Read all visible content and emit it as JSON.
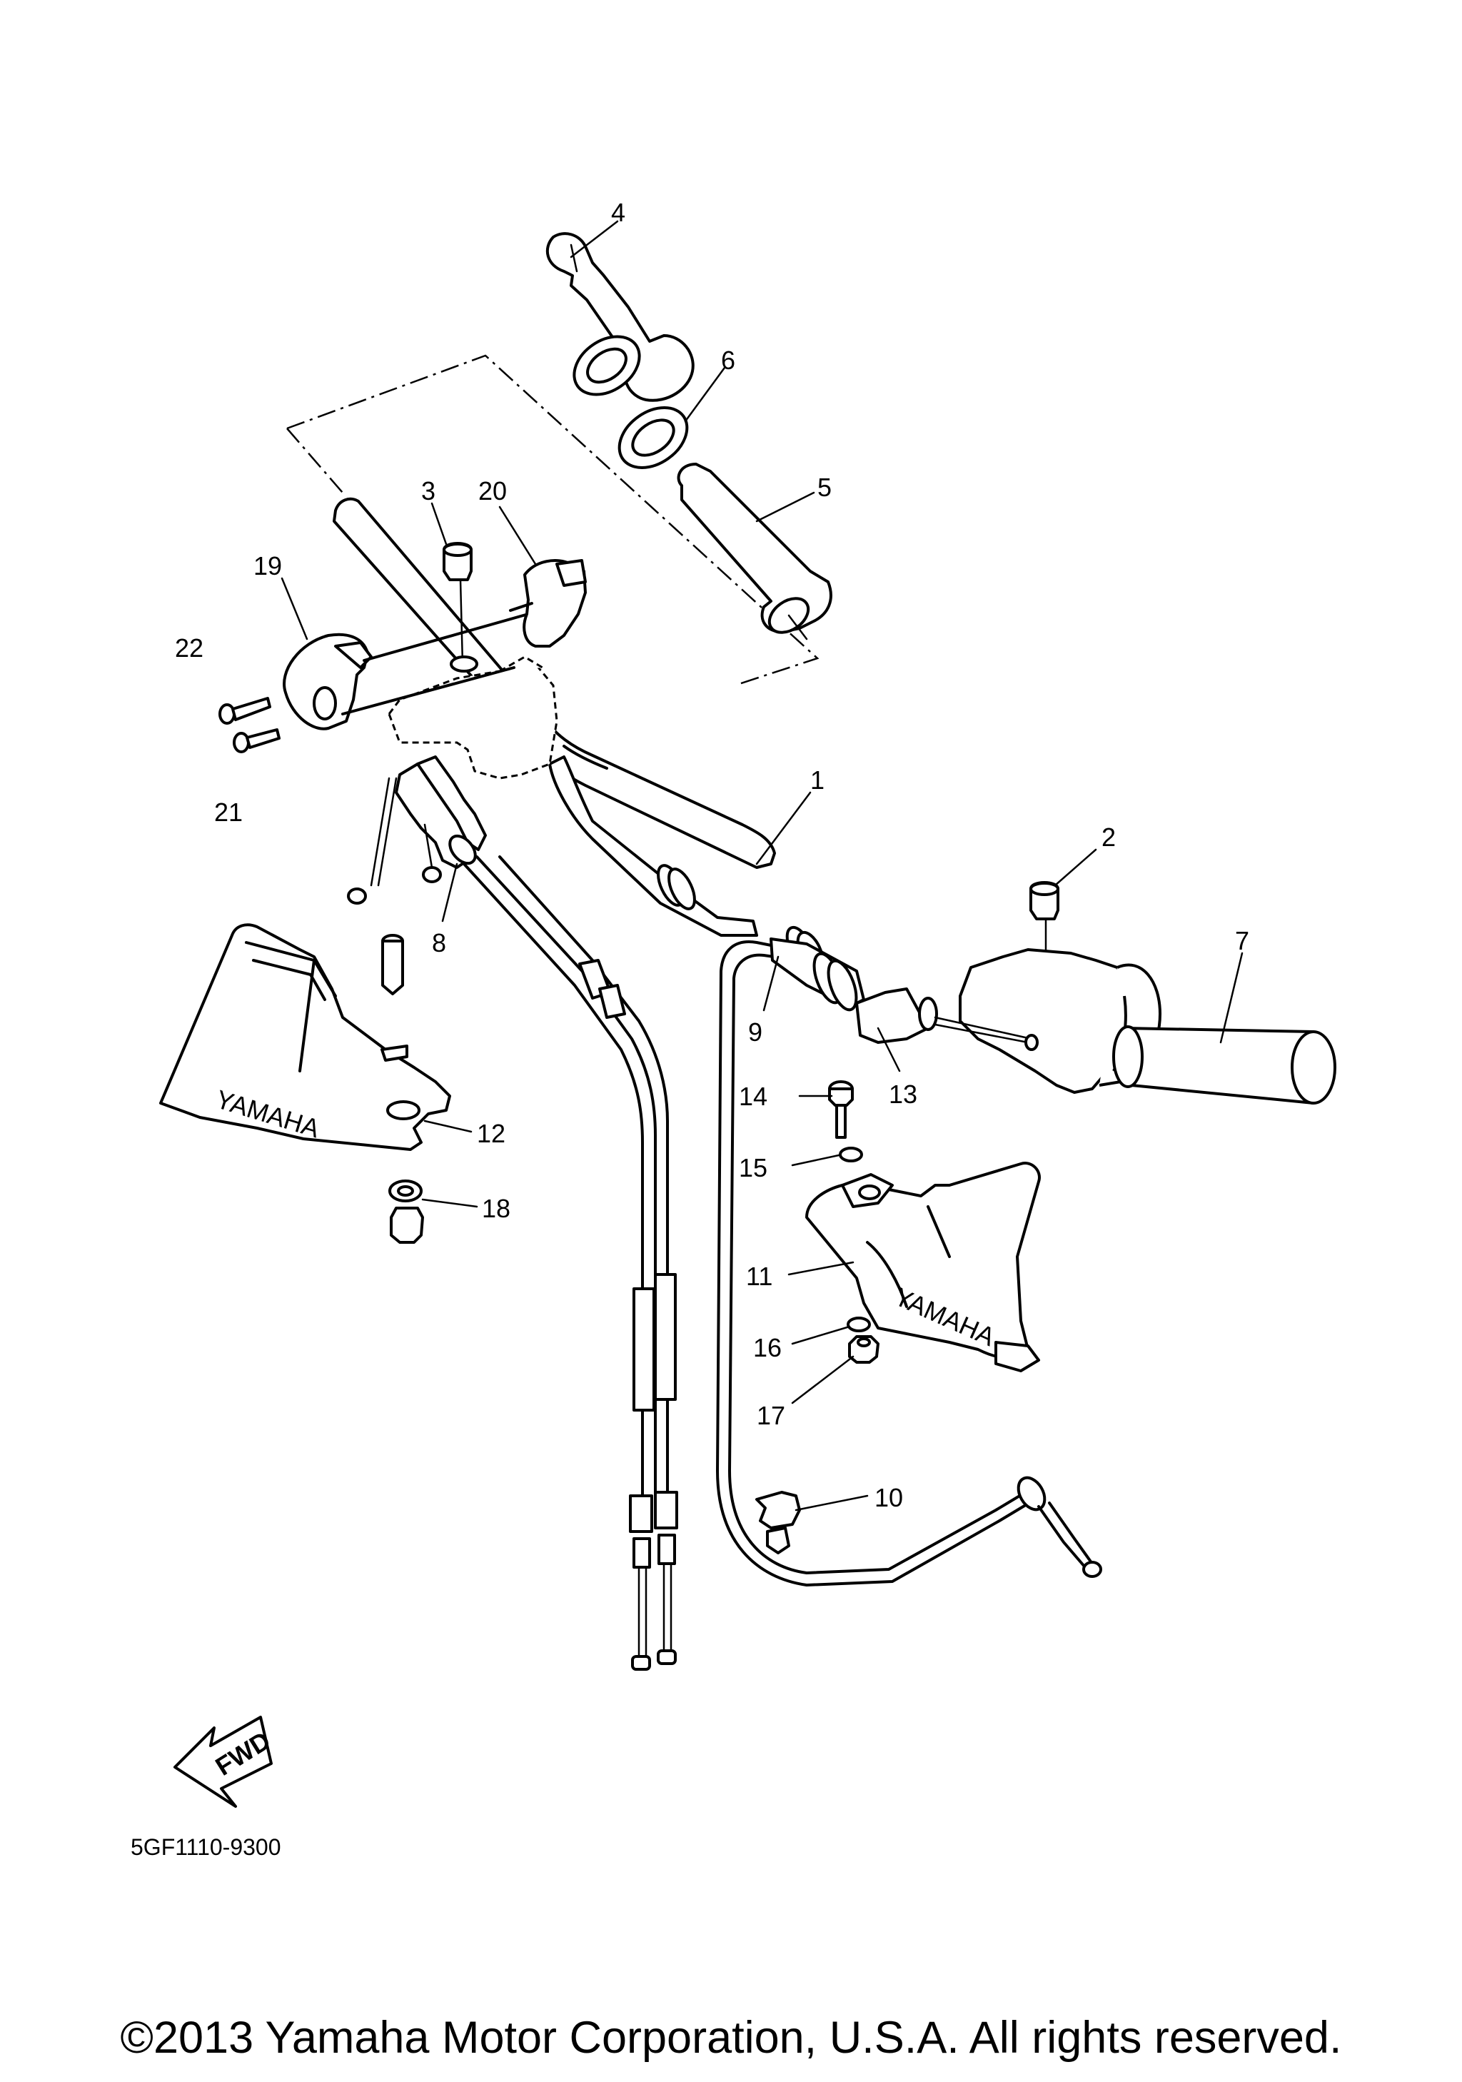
{
  "diagram": {
    "part_numbers": [
      "1",
      "2",
      "3",
      "4",
      "5",
      "6",
      "7",
      "8",
      "9",
      "10",
      "11",
      "12",
      "13",
      "14",
      "15",
      "16",
      "17",
      "18",
      "19",
      "20",
      "21",
      "22"
    ],
    "brand_text_left": "YAMAHA",
    "brand_text_right": "YAMAHA",
    "fwd_label": "FWD",
    "diagram_code": "5GF1110-9300"
  },
  "footer": {
    "copyright": "©2013 Yamaha Motor Corporation, U.S.A. All rights reserved."
  }
}
